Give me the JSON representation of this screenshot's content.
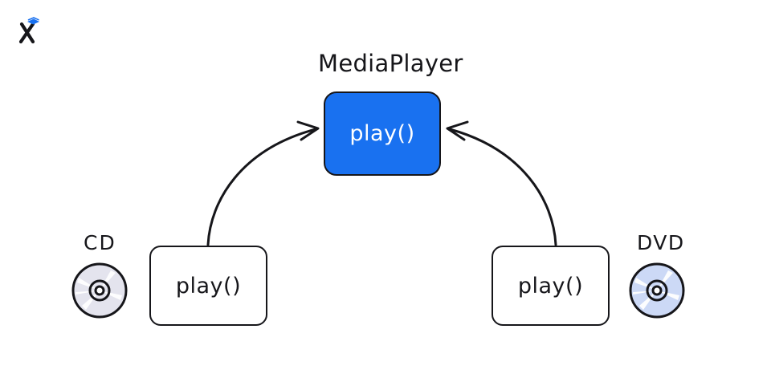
{
  "app": {
    "logo_icon": "excalidraw-x-logo",
    "background_color": "#ffffff"
  },
  "diagram": {
    "type": "polymorphism-dispatch-diagram",
    "title": "MediaPlayer",
    "accent_color": "#1971f0",
    "stroke_color": "#16161a",
    "nodes": [
      {
        "id": "mediaplayer",
        "label": "play()",
        "title": "MediaPlayer",
        "fill": "#1971f0",
        "text_color": "#ffffff"
      },
      {
        "id": "cd-impl",
        "label": "play()",
        "fill": "#ffffff",
        "text_color": "#16161a"
      },
      {
        "id": "dvd-impl",
        "label": "play()",
        "fill": "#ffffff",
        "text_color": "#16161a"
      }
    ],
    "media": [
      {
        "id": "cd",
        "label": "CD",
        "icon": "compact-disc-icon",
        "disc_fill": "#e4e4ee"
      },
      {
        "id": "dvd",
        "label": "DVD",
        "icon": "compact-disc-icon",
        "disc_fill": "#ccd9f6"
      }
    ],
    "arrows": [
      {
        "id": "cd-to-mediaplayer",
        "from": "cd-impl",
        "to": "mediaplayer",
        "style": "curved-arrow"
      },
      {
        "id": "dvd-to-mediaplayer",
        "from": "dvd-impl",
        "to": "mediaplayer",
        "style": "curved-arrow"
      }
    ]
  }
}
